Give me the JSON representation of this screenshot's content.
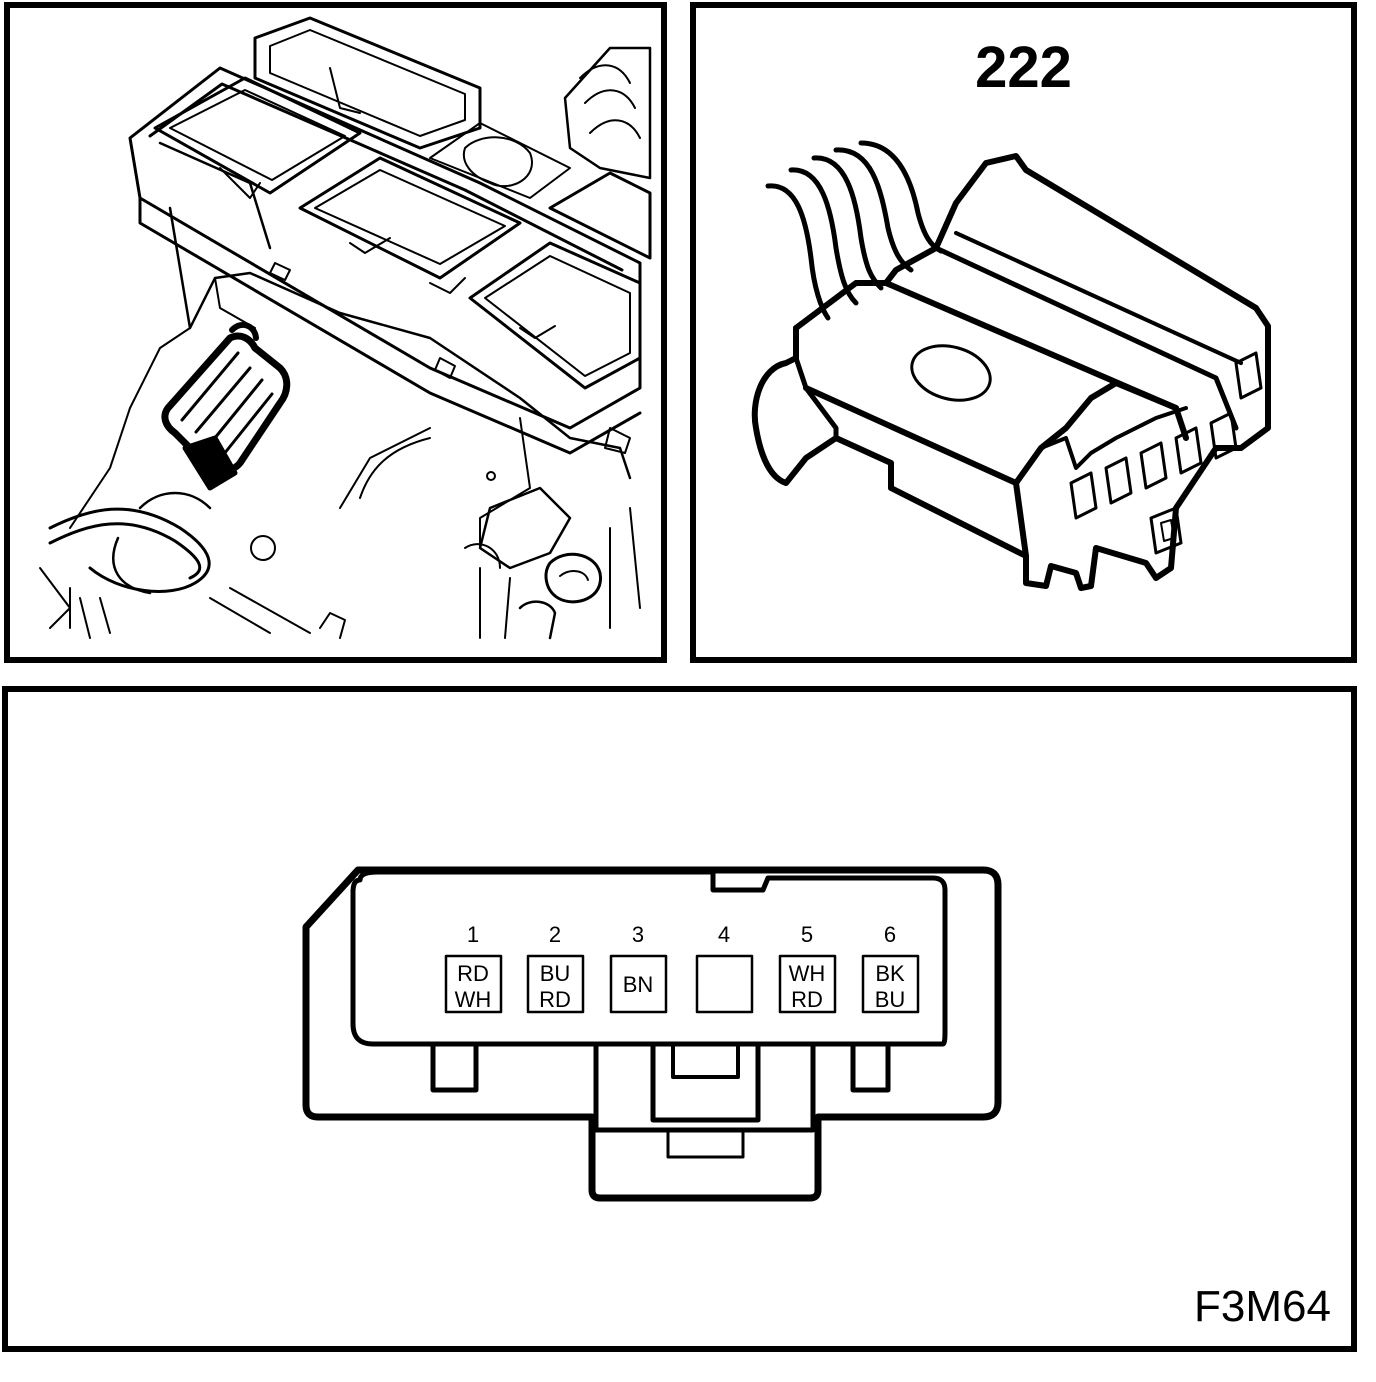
{
  "connector": {
    "number": "222"
  },
  "figure": {
    "code": "F3M64"
  },
  "pins": [
    {
      "number": "1",
      "wire_line1": "RD",
      "wire_line2": "WH"
    },
    {
      "number": "2",
      "wire_line1": "BU",
      "wire_line2": "RD"
    },
    {
      "number": "3",
      "wire_line1": "BN",
      "wire_line2": ""
    },
    {
      "number": "4",
      "wire_line1": "",
      "wire_line2": ""
    },
    {
      "number": "5",
      "wire_line1": "WH",
      "wire_line2": "RD"
    },
    {
      "number": "6",
      "wire_line1": "BK",
      "wire_line2": "BU"
    }
  ]
}
